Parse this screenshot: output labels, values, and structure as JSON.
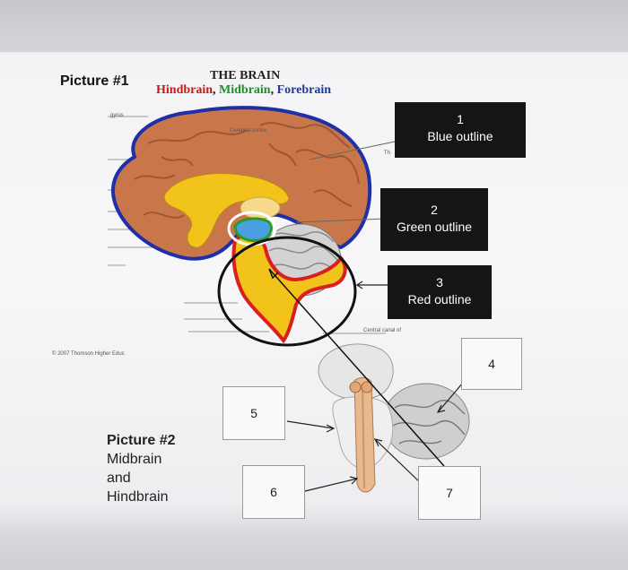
{
  "picture1": {
    "label": "Picture #1"
  },
  "diagram1": {
    "title": "THE BRAIN",
    "subtitle": {
      "hindbrain": "Hindbrain",
      "comma1": ", ",
      "midbrain": "Midbrain",
      "comma2": ", ",
      "forebrain": "Forebrain"
    },
    "small_labels": {
      "gyrus": "gyrus",
      "cerebral_cortex": "Cerebral cortex",
      "th": "Th",
      "copyright": "© 2007 Thomson Higher Educ"
    }
  },
  "callouts": [
    {
      "number": "1",
      "label": "Blue outline"
    },
    {
      "number": "2",
      "label": "Green outline"
    },
    {
      "number": "3",
      "label": "Red outline"
    }
  ],
  "diagram2": {
    "central_canal": "Central canal of",
    "boxes": [
      "4",
      "5",
      "6",
      "7"
    ]
  },
  "picture2": {
    "line1": "Picture #2",
    "line2": "Midbrain",
    "line3": "and",
    "line4": "Hindbrain"
  },
  "colors": {
    "blue_outline": "#1f2fa8",
    "green_outline": "#2a9b2a",
    "red_outline": "#d91f1f",
    "brain_tissue": "#c9774a",
    "inner_yellow": "#f2c31a"
  }
}
